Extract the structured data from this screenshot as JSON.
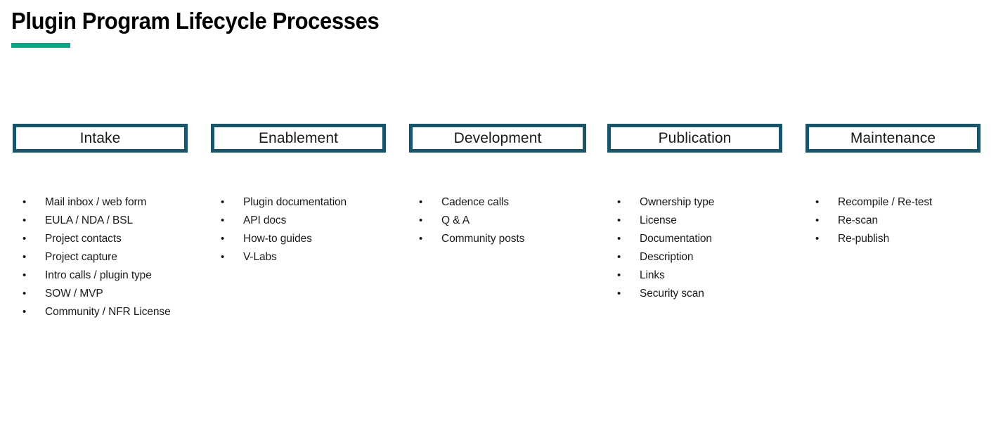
{
  "slide": {
    "title": "Plugin Program Lifecycle Processes",
    "accent_color": "#16a085",
    "box_border_color": "#1b5468",
    "text_color": "#1a1a1a",
    "background_color": "#ffffff",
    "bullet_glyph": "•"
  },
  "columns": [
    {
      "phase": "Intake",
      "items": [
        "Mail inbox / web form",
        "EULA / NDA / BSL",
        "Project contacts",
        "Project capture",
        "Intro calls / plugin type",
        "SOW / MVP",
        "Community / NFR License"
      ]
    },
    {
      "phase": "Enablement",
      "items": [
        "Plugin documentation",
        "API docs",
        "How-to guides",
        "V-Labs"
      ]
    },
    {
      "phase": "Development",
      "items": [
        "Cadence calls",
        "Q & A",
        "Community posts"
      ]
    },
    {
      "phase": "Publication",
      "items": [
        "Ownership type",
        "License",
        "Documentation",
        "Description",
        "Links",
        "Security scan"
      ]
    },
    {
      "phase": "Maintenance",
      "items": [
        "Recompile / Re-test",
        "Re-scan",
        "Re-publish"
      ]
    }
  ]
}
